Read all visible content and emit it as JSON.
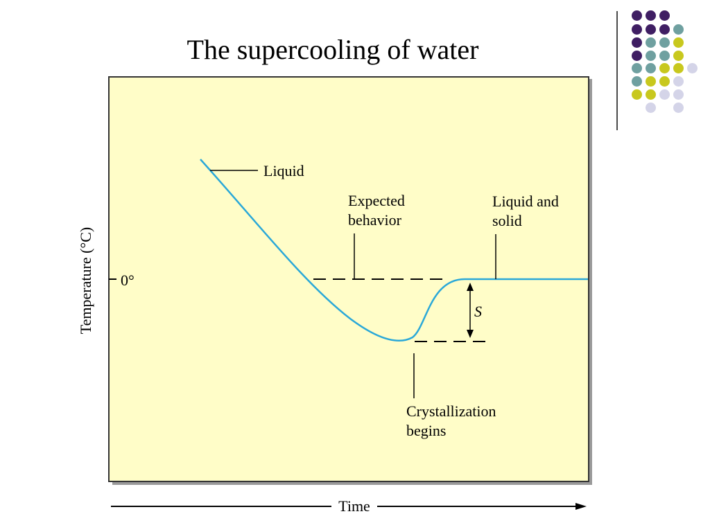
{
  "slide": {
    "title": "The supercooling of water"
  },
  "diagram": {
    "y_axis_label": "Temperature (°C)",
    "zero_tick_label": "0°",
    "x_axis_label": "Time",
    "labels": {
      "liquid": "Liquid",
      "expected_line1": "Expected",
      "expected_line2": "behavior",
      "liquid_solid_line1": "Liquid and",
      "liquid_solid_line2": "solid",
      "supercool_symbol": "S",
      "crystal_line1": "Crystallization",
      "crystal_line2": "begins"
    }
  },
  "decoration": {
    "dot_colors": {
      "purple": "#3f1e63",
      "teal": "#6fa0a0",
      "yellow": "#c8c81e",
      "lavender": "#d4d4e8"
    }
  },
  "colors": {
    "panel_fill": "#fffdc8",
    "panel_border": "#333333",
    "curve": "#2aa8d8",
    "ink": "#000000"
  }
}
